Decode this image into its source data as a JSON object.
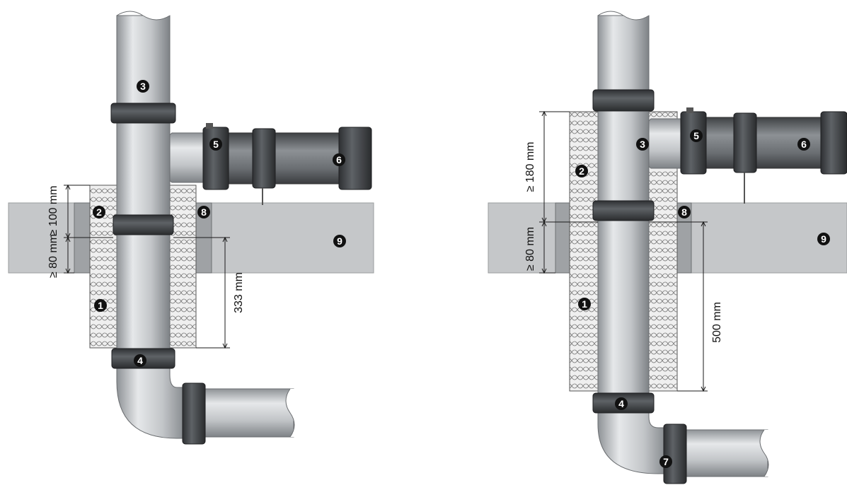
{
  "colors": {
    "pipe_light": "#c4c8cc",
    "pipe_dark": "#6b6f73",
    "coupling": "#3b3d40",
    "slab": "#c5c7c9",
    "insulation": "#eeeeee",
    "callout": "#111111"
  },
  "left_diagram": {
    "callouts": [
      "1",
      "2",
      "3",
      "4",
      "5",
      "6",
      "8",
      "9"
    ],
    "dimensions": {
      "insulation_above_slab": "≥ 100 mm",
      "slab_thickness": "≥ 80 mm",
      "insulation_below_slab": "333 mm"
    }
  },
  "right_diagram": {
    "callouts": [
      "1",
      "2",
      "3",
      "4",
      "5",
      "6",
      "7",
      "8",
      "9"
    ],
    "dimensions": {
      "insulation_above_slab": "≥ 180 mm",
      "slab_thickness": "≥ 80 mm",
      "insulation_below_slab": "500 mm"
    }
  }
}
